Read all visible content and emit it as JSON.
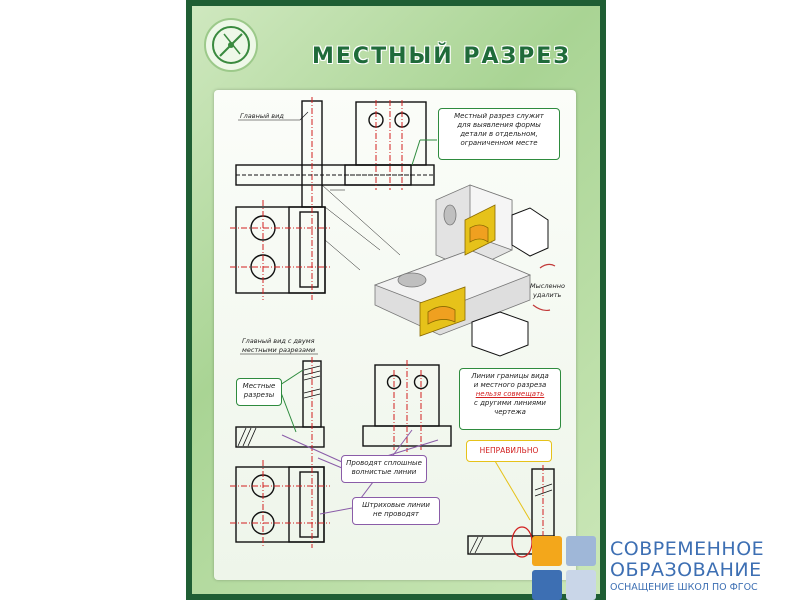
{
  "poster": {
    "title": "МЕСТНЫЙ РАЗРЕЗ",
    "labels": {
      "main_view": "Главный вид",
      "main_view_two_cuts_1": "Главный вид с двумя",
      "main_view_two_cuts_2": "местными разрезами",
      "remove_mentally_1": "Мысленно",
      "remove_mentally_2": "удалить"
    },
    "notes": {
      "definition": [
        "Местный разрез служит",
        "для выявления формы",
        "детали в отдельном,",
        "ограниченном месте"
      ],
      "local_cuts": [
        "Местные",
        "разрезы"
      ],
      "boundary_lines": [
        "Линии границы вида",
        "и местного разреза",
        "нельзя совмещать",
        "с другими линиями",
        "чертежа"
      ],
      "boundary_highlight": "нельзя совмещать",
      "solid_wavy": [
        "Проводят сплошные",
        "волнистые линии"
      ],
      "dashed_lines": [
        "Штриховые линии",
        "не проводят"
      ],
      "wrong": "НЕПРАВИЛЬНО"
    },
    "colors": {
      "green": "#2e8b3e",
      "purple": "#8a5ca8",
      "yellow": "#e6c21a",
      "red": "#d21f1f",
      "frame": "#1f5e34"
    }
  },
  "brand": {
    "line1": "СОВРЕМЕННОЕ",
    "line2": "ОБРАЗОВАНИЕ",
    "line3": "ОСНАЩЕНИЕ ШКОЛ ПО ФГОС",
    "colors": [
      "#f3a71b",
      "#3d6fb3",
      "#9fb7d8"
    ]
  }
}
